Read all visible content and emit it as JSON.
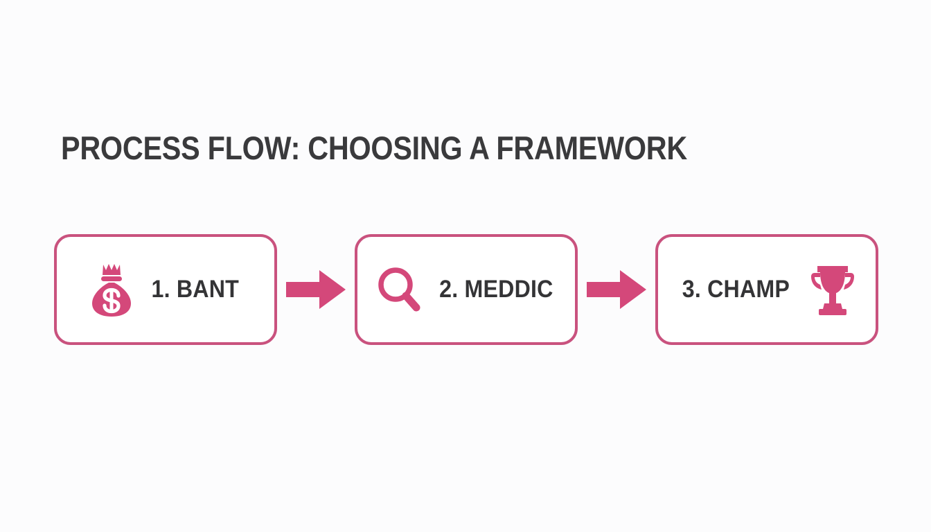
{
  "page": {
    "title": "PROCESS FLOW: CHOOSING A FRAMEWORK",
    "background_color": "#fcfcfd",
    "title_color": "#3a3a3c",
    "accent_color": "#d4487a",
    "card_border_color": "#c9527e",
    "card_fill_color": "#ffffff",
    "label_color": "#343436"
  },
  "flow": {
    "steps": [
      {
        "label": "1. BANT",
        "icon": "money-bag-icon",
        "icon_position": "left"
      },
      {
        "label": "2. MEDDIC",
        "icon": "magnifying-glass-icon",
        "icon_position": "left"
      },
      {
        "label": "3. CHAMP",
        "icon": "trophy-icon",
        "icon_position": "right"
      }
    ],
    "connectors": [
      {
        "icon": "arrow-right-icon"
      },
      {
        "icon": "arrow-right-icon"
      }
    ]
  }
}
